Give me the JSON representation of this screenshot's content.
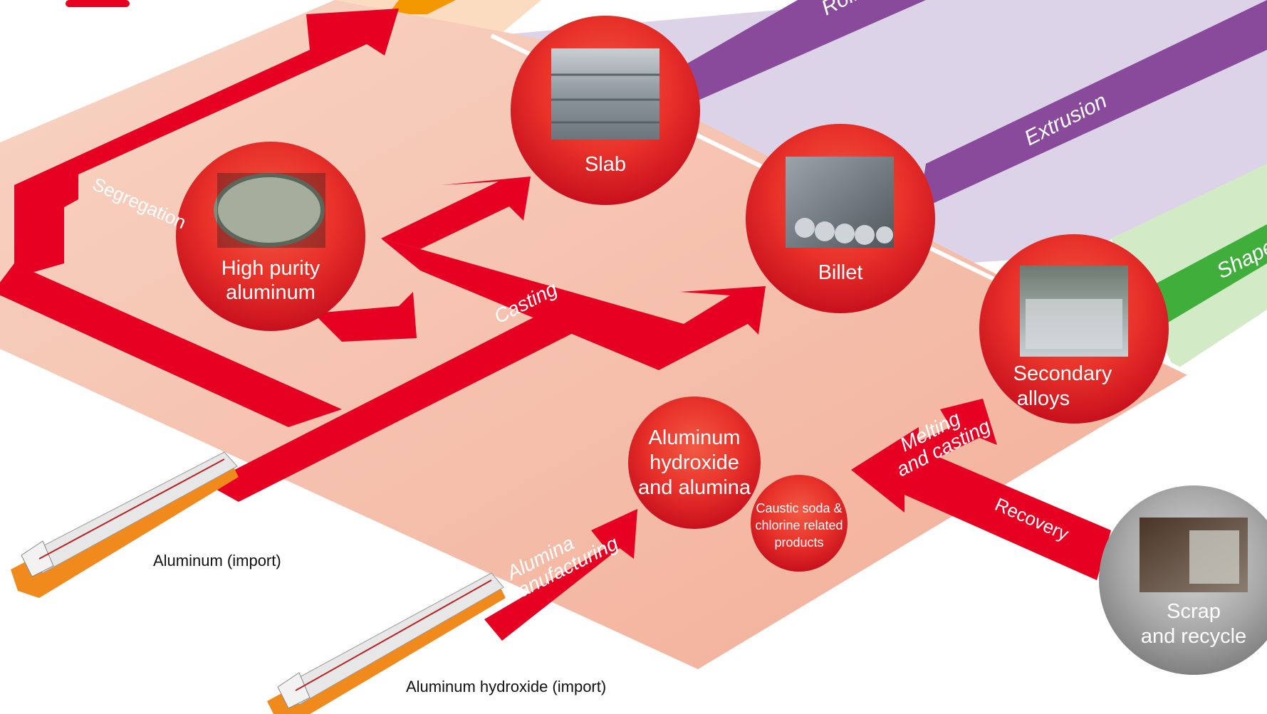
{
  "nodes": {
    "slab": "Slab",
    "billet": "Billet",
    "high_purity": [
      "High purity",
      "aluminum"
    ],
    "secondary": [
      "Secondary",
      "alloys"
    ],
    "hydroxide": [
      "Aluminum",
      "hydroxide",
      "and alumina"
    ],
    "caustic": [
      "Caustic soda &",
      "chlorine related",
      "products"
    ],
    "scrap": [
      "Scrap",
      "and recycle"
    ]
  },
  "processes": {
    "segregation": "Segregation",
    "casting": "Casting",
    "melting": [
      "Melting",
      "and casting"
    ],
    "recovery": "Recovery",
    "alumina_mfg": [
      "Alumina",
      "manufacturing"
    ]
  },
  "lanes": {
    "rolling": "Roll",
    "extrusion": "Extrusion",
    "shape": "Shape"
  },
  "imports": {
    "aluminum": "Aluminum (import)",
    "hydroxide": "Aluminum hydroxide (import)"
  },
  "colors": {
    "arrow_red": "#e60021",
    "platform_pink": "#f6c1ad",
    "lane_purple": "#8a4a9c",
    "lane_lavender": "#dcd2e8",
    "lane_green": "#3fae3a",
    "lane_lightgreen": "#cfe8c3",
    "lane_orange": "#f39800"
  }
}
